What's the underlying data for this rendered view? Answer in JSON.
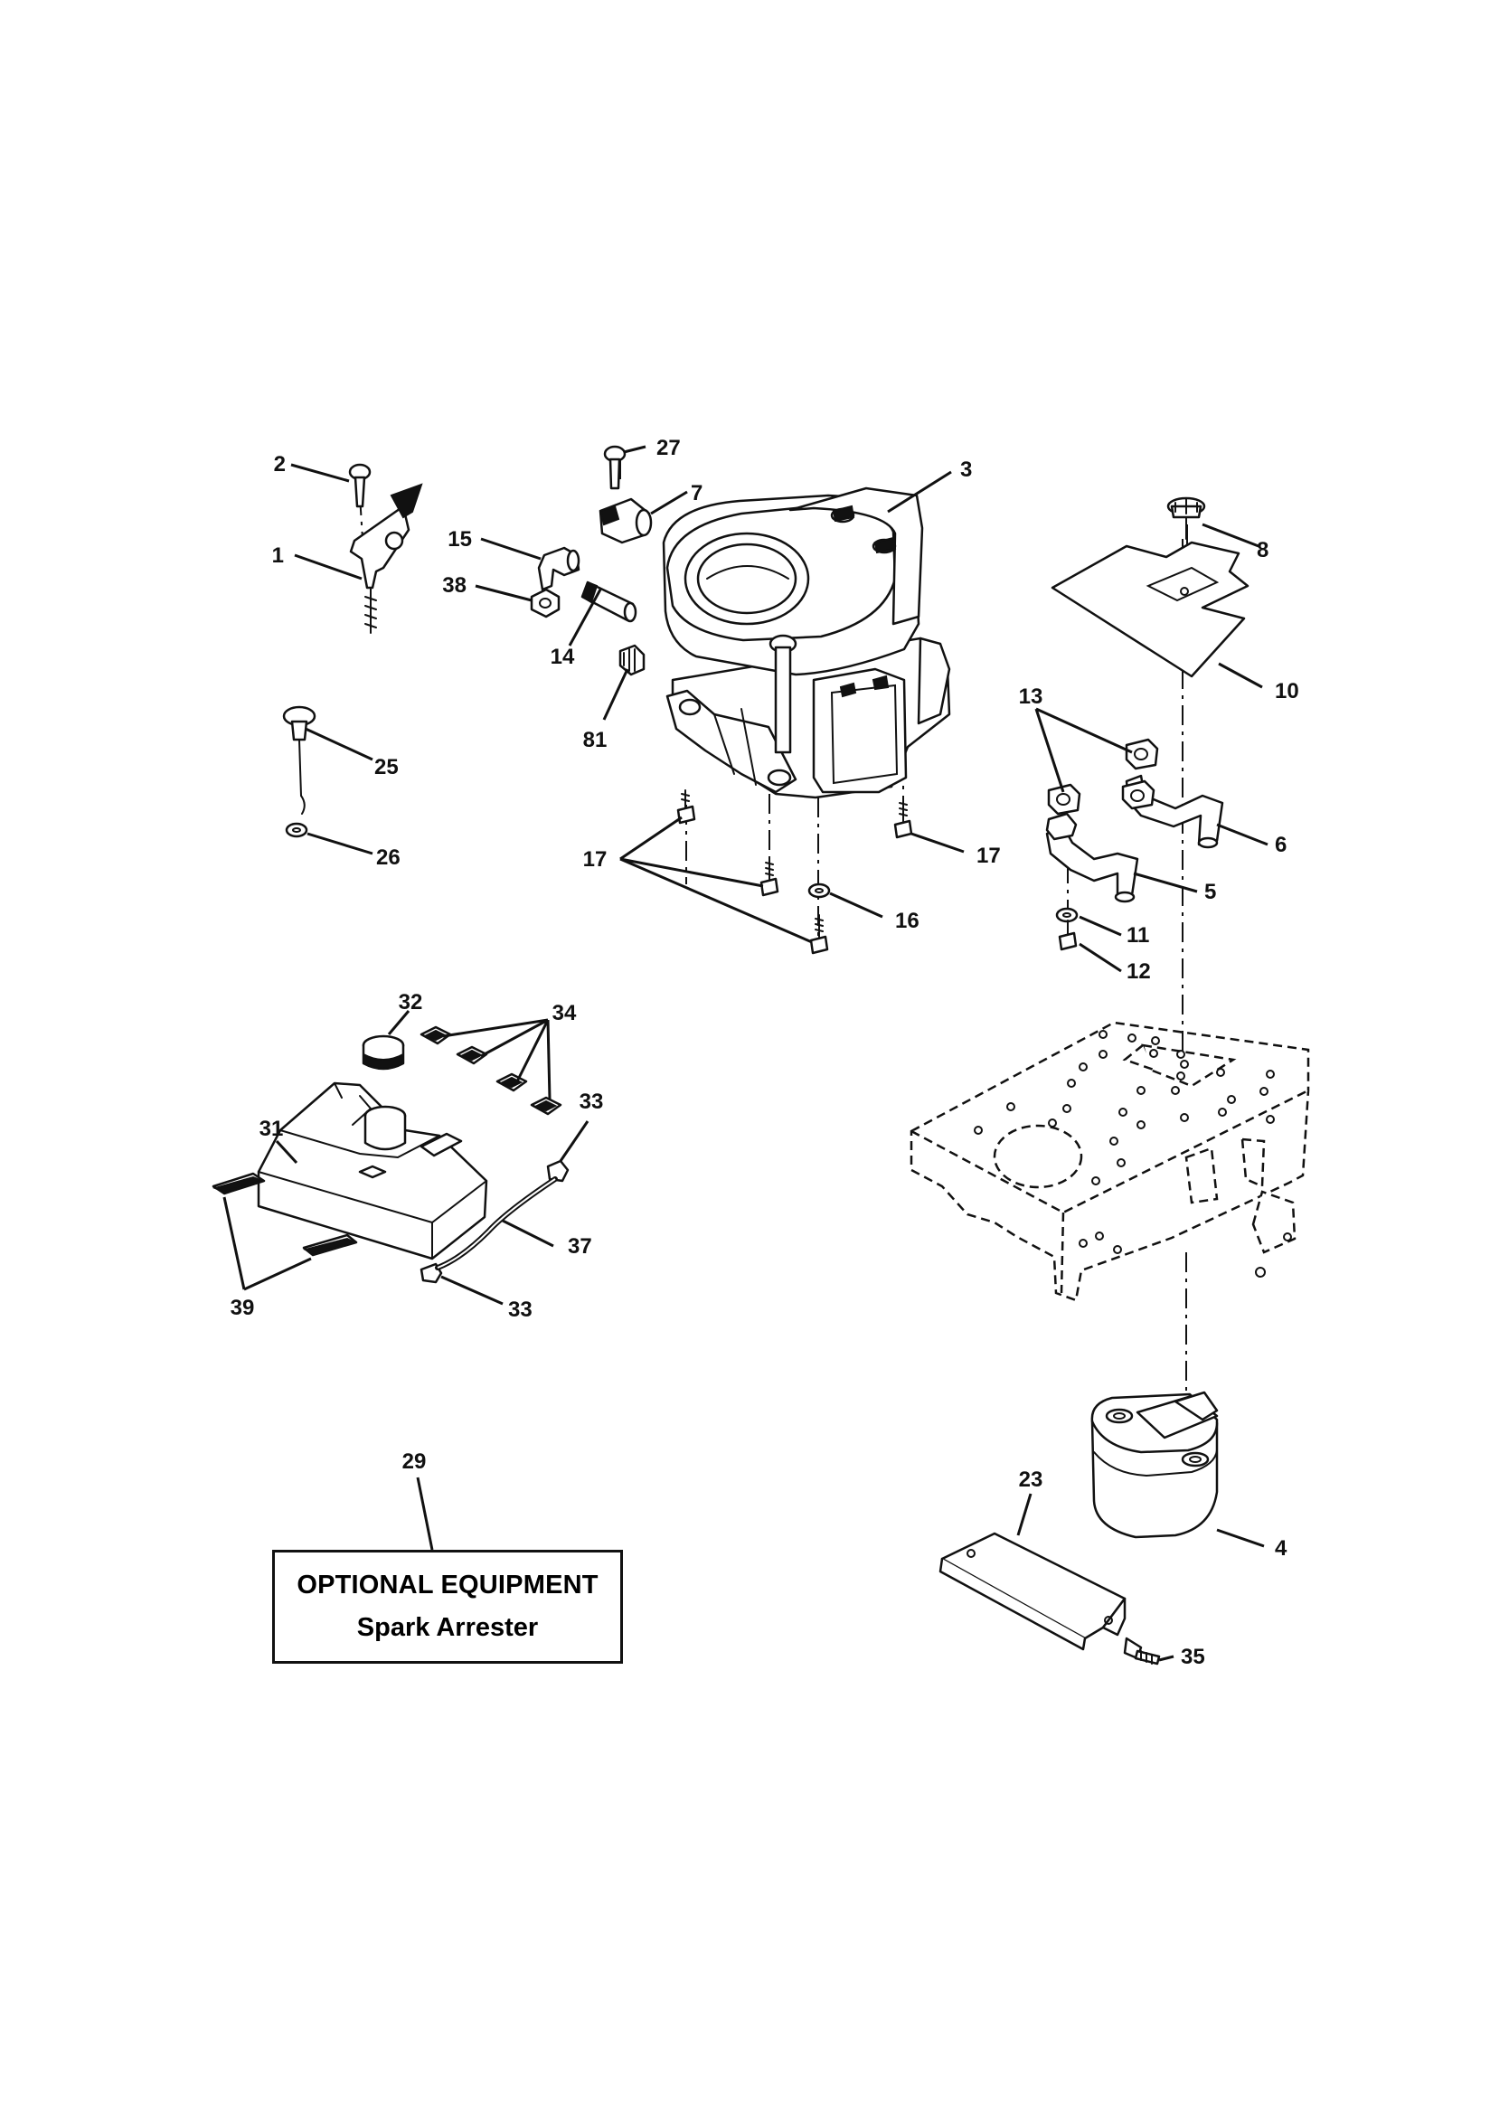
{
  "callouts": {
    "c1": "1",
    "c2": "2",
    "c3": "3",
    "c4": "4",
    "c5": "5",
    "c6": "6",
    "c7": "7",
    "c8": "8",
    "c10": "10",
    "c11": "11",
    "c12": "12",
    "c13": "13",
    "c14": "14",
    "c15": "15",
    "c16": "16",
    "c17a": "17",
    "c17b": "17",
    "c23": "23",
    "c25": "25",
    "c26": "26",
    "c27": "27",
    "c29": "29",
    "c31": "31",
    "c32": "32",
    "c33a": "33",
    "c33b": "33",
    "c34": "34",
    "c35": "35",
    "c37": "37",
    "c38": "38",
    "c39": "39",
    "c81": "81"
  },
  "optional_box": {
    "title": "OPTIONAL EQUIPMENT",
    "subtitle": "Spark Arrester"
  }
}
